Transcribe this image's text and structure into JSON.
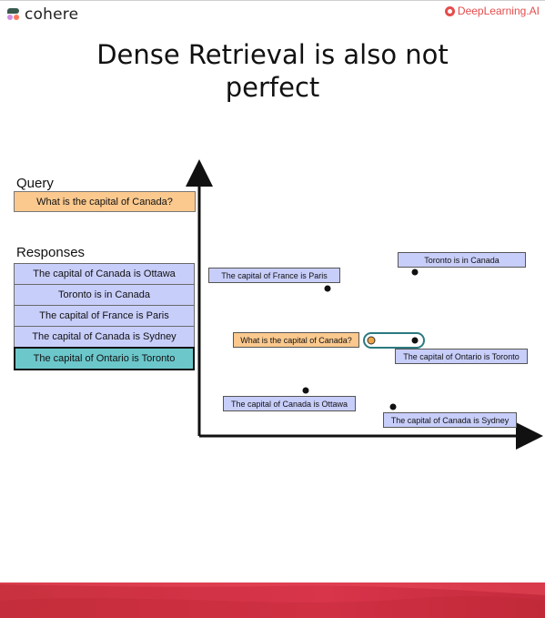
{
  "header": {
    "left_brand": "cohere",
    "right_brand": "DeepLearning.AI"
  },
  "slide": {
    "title": "Dense Retrieval is also not perfect"
  },
  "query_section": {
    "label": "Query",
    "text": "What is the capital of Canada?"
  },
  "responses_section": {
    "label": "Responses",
    "items": [
      "The capital of Canada is Ottawa",
      "Toronto is in Canada",
      "The capital of France is Paris",
      "The capital of Canada is Sydney",
      "The capital of Ontario is Toronto"
    ],
    "highlighted_index": 4
  },
  "embedding_plot": {
    "points": [
      {
        "label": "Toronto is in Canada"
      },
      {
        "label": "The capital of France is Paris"
      },
      {
        "label": "What is the capital of Canada?"
      },
      {
        "label": "The capital of Ontario is Toronto"
      },
      {
        "label": "The capital of Canada is Ottawa"
      },
      {
        "label": "The capital of Canada is Sydney"
      }
    ]
  },
  "colors": {
    "response_fill": "#c8cefa",
    "query_fill": "#fbc98e",
    "highlight_fill": "#6cc7cb",
    "highlight_ring": "#2a7a7f",
    "footer_red": "#d3303f"
  }
}
